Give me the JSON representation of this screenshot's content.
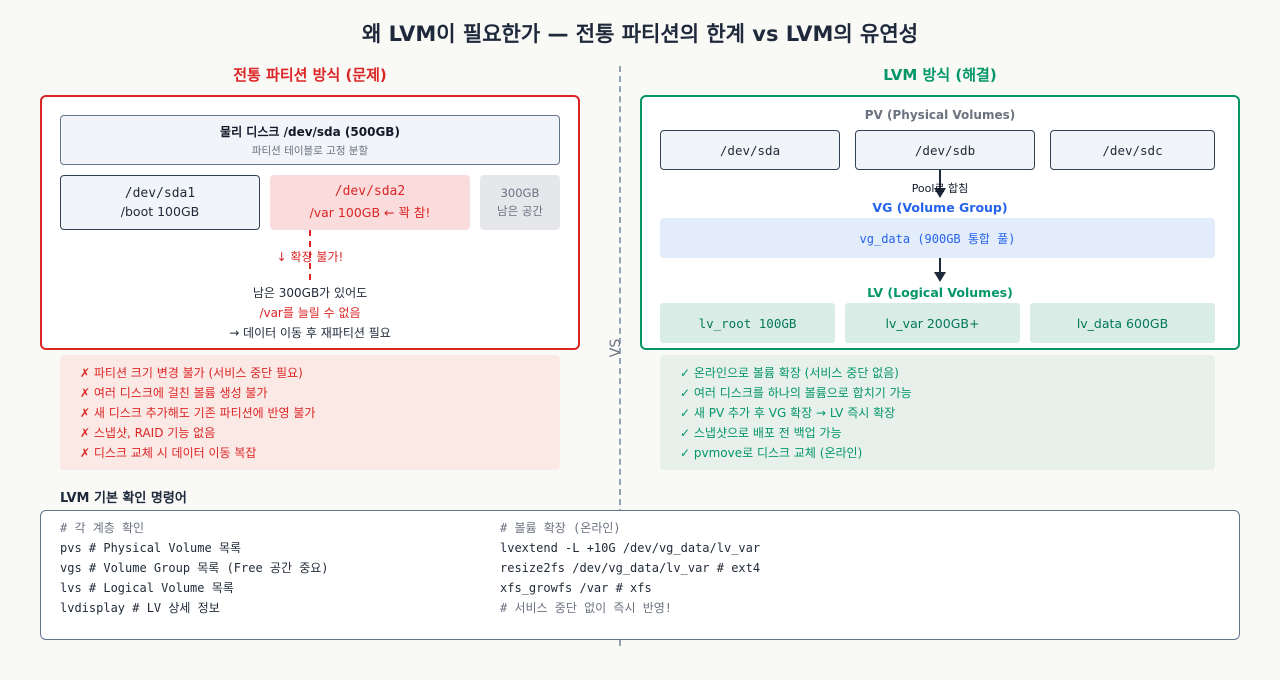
{
  "title": "왜 LVM이 필요한가 — 전통 파티션의 한계 vs LVM의 유연성",
  "vs": "VS",
  "left": {
    "heading": "전통 파티션 방식 (문제)",
    "disk": {
      "title": "물리 디스크 /dev/sda (500GB)",
      "subtitle": "파티션 테이블로 고정 분할"
    },
    "partitions": [
      {
        "name": "/dev/sda1",
        "desc": "/boot 100GB"
      },
      {
        "name": "/dev/sda2",
        "desc": "/var 100GB ← 꽉 참!"
      },
      {
        "name": "300GB",
        "desc": "남은 공간"
      }
    ],
    "cannot_expand": "↓ 확장 불가!",
    "notes": [
      "남은 300GB가 있어도",
      "/var를 늘릴 수 없음",
      "→ 데이터 이동 후 재파티션 필요"
    ],
    "problems": [
      "✗ 파티션 크기 변경 불가 (서비스 중단 필요)",
      "✗ 여러 디스크에 걸친 볼륨 생성 불가",
      "✗ 새 디스크 추가해도 기존 파티션에 반영 불가",
      "✗ 스냅샷, RAID 기능 없음",
      "✗ 디스크 교체 시 데이터 이동 복잡"
    ]
  },
  "right": {
    "heading": "LVM 방식 (해결)",
    "pv_label": "PV (Physical Volumes)",
    "pvs": [
      "/dev/sda",
      "/dev/sdb",
      "/dev/sdc"
    ],
    "pool_text": "Pool로 합침",
    "vg_label": "VG (Volume Group)",
    "vg": "vg_data (900GB 통합 풀)",
    "lv_label": "LV (Logical Volumes)",
    "lvs": [
      "lv_root 100GB",
      "lv_var 200GB+",
      "lv_data 600GB"
    ],
    "benefits": [
      "✓ 온라인으로 볼륨 확장 (서비스 중단 없음)",
      "✓ 여러 디스크를 하나의 볼륨으로 합치기 가능",
      "✓ 새 PV 추가 후 VG 확장 → LV 즉시 확장",
      "✓ 스냅샷으로 배포 전 백업 가능",
      "✓ pvmove로 디스크 교체 (온라인)"
    ]
  },
  "commands": {
    "title": "LVM 기본 확인 명령어",
    "left": [
      "# 각 계층 확인",
      "pvs # Physical Volume 목록",
      "vgs # Volume Group 목록 (Free 공간 중요)",
      "lvs # Logical Volume 목록",
      "lvdisplay # LV 상세 정보"
    ],
    "right": [
      "# 볼륨 확장 (온라인)",
      "lvextend -L +10G /dev/vg_data/lv_var",
      "resize2fs /dev/vg_data/lv_var # ext4",
      "xfs_growfs /var # xfs",
      "# 서비스 중단 없이 즉시 반영!"
    ]
  }
}
